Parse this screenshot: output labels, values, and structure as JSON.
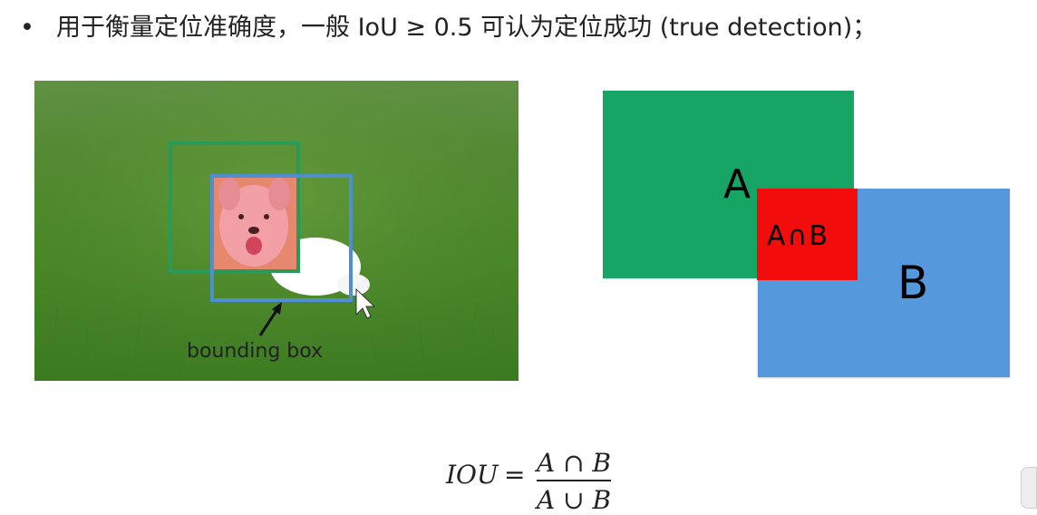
{
  "header": {
    "bullet": "•",
    "text": "用于衡量定位准确度，一般 IoU ≥ 0.5 可认为定位成功 (true detection)；"
  },
  "photo": {
    "alt": "puppy in grass",
    "annotation": "bounding box",
    "ground_truth_color": "#2a9a5a",
    "prediction_color": "#4f8fcf"
  },
  "diagram": {
    "label_a": "A",
    "label_b": "B",
    "label_intersection": "A∩B",
    "color_a": "#16a565",
    "color_b": "#5598db",
    "color_intersection": "#f20c0c"
  },
  "formula": {
    "lhs": "IOU",
    "equals": "=",
    "numerator": "A ∩ B",
    "denominator": "A ∪ B"
  }
}
